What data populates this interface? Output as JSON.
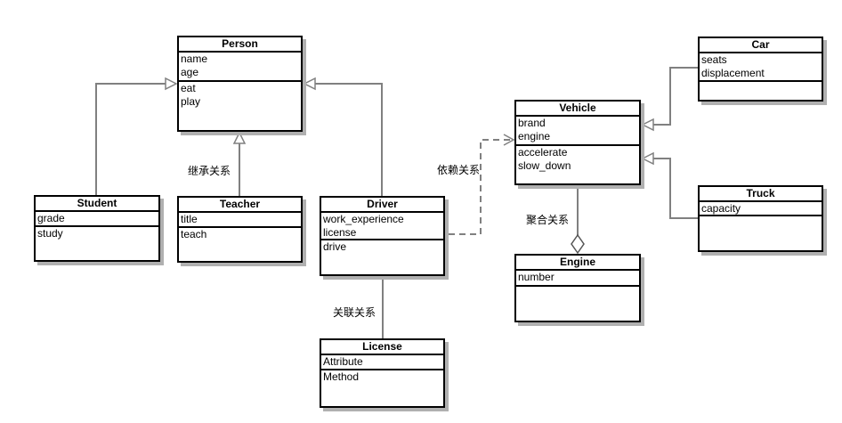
{
  "diagram": {
    "kind": "uml-class-diagram",
    "colors": {
      "background": "#ffffff",
      "box_border": "#000000",
      "box_fill": "#ffffff",
      "box_shadow": "#b0b0b0",
      "connector": "#808080",
      "text": "#000000"
    },
    "classes": {
      "person": {
        "title": "Person",
        "attributes": [
          "name",
          "age"
        ],
        "methods": [
          "eat",
          "play"
        ]
      },
      "student": {
        "title": "Student",
        "attributes": [
          "grade"
        ],
        "methods": [
          "study"
        ]
      },
      "teacher": {
        "title": "Teacher",
        "attributes": [
          "title"
        ],
        "methods": [
          "teach"
        ]
      },
      "driver": {
        "title": "Driver",
        "attributes": [
          "work_experience",
          "license"
        ],
        "methods": [
          "drive"
        ]
      },
      "license": {
        "title": "License",
        "attributes": [
          "Attribute"
        ],
        "methods": [
          "Method"
        ]
      },
      "vehicle": {
        "title": "Vehicle",
        "attributes": [
          "brand",
          "engine"
        ],
        "methods": [
          "accelerate",
          "slow_down"
        ]
      },
      "engine": {
        "title": "Engine",
        "attributes": [
          "number"
        ],
        "methods": []
      },
      "car": {
        "title": "Car",
        "attributes": [
          "seats",
          "displacement"
        ],
        "methods": []
      },
      "truck": {
        "title": "Truck",
        "attributes": [
          "capacity"
        ],
        "methods": []
      }
    },
    "relationships": [
      {
        "type": "inheritance",
        "from": "Student",
        "to": "Person",
        "label": ""
      },
      {
        "type": "inheritance",
        "from": "Teacher",
        "to": "Person",
        "label": "继承关系"
      },
      {
        "type": "inheritance",
        "from": "Driver",
        "to": "Person",
        "label": ""
      },
      {
        "type": "association",
        "from": "Driver",
        "to": "License",
        "label": "关联关系"
      },
      {
        "type": "dependency",
        "from": "Driver",
        "to": "Vehicle",
        "label": "依赖关系"
      },
      {
        "type": "aggregation",
        "from": "Vehicle",
        "to": "Engine",
        "label": "聚合关系"
      },
      {
        "type": "inheritance",
        "from": "Car",
        "to": "Vehicle",
        "label": ""
      },
      {
        "type": "inheritance",
        "from": "Truck",
        "to": "Vehicle",
        "label": ""
      }
    ]
  }
}
